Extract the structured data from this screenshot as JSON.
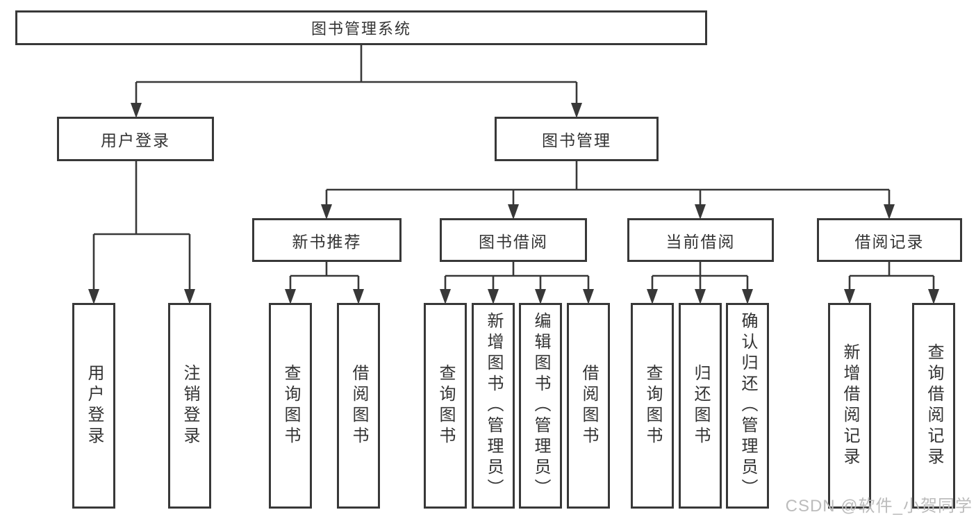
{
  "watermark": "CSDN @软件_小贺同学",
  "colors": {
    "line": "#383838",
    "text": "#333333",
    "watermark": "#bcbcbc",
    "background": "#ffffff"
  },
  "tree": {
    "root": "图书管理系统",
    "branches": [
      {
        "label": "用户登录",
        "children": [
          "用户登录",
          "注销登录"
        ]
      },
      {
        "label": "图书管理",
        "children": [
          {
            "label": "新书推荐",
            "children": [
              "查询图书",
              "借阅图书"
            ]
          },
          {
            "label": "图书借阅",
            "children": [
              "查询图书",
              "新增图书（管理员）",
              "编辑图书（管理员）",
              "借阅图书"
            ]
          },
          {
            "label": "当前借阅",
            "children": [
              "查询图书",
              "归还图书",
              "确认归还（管理员）"
            ]
          },
          {
            "label": "借阅记录",
            "children": [
              "新增借阅记录",
              "查询借阅记录"
            ]
          }
        ]
      }
    ]
  }
}
